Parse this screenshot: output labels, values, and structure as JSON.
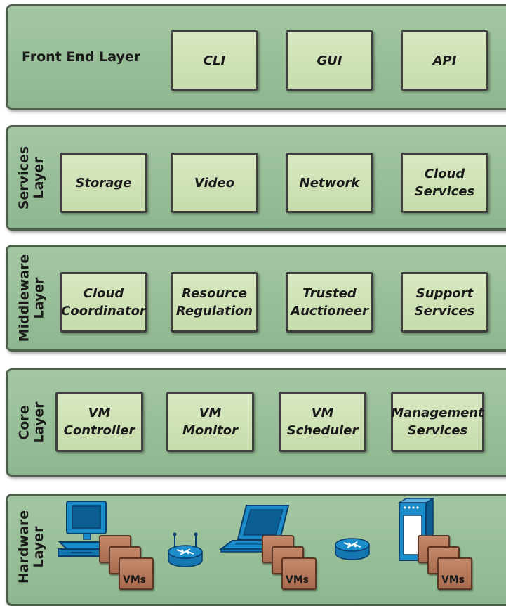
{
  "layers": {
    "front_end": {
      "title": "Front End Layer",
      "boxes": [
        {
          "line1": "CLI",
          "line2": ""
        },
        {
          "line1": "GUI",
          "line2": ""
        },
        {
          "line1": "API",
          "line2": ""
        }
      ]
    },
    "services": {
      "title_line1": "Services",
      "title_line2": "Layer",
      "boxes": [
        {
          "line1": "Storage",
          "line2": ""
        },
        {
          "line1": "Video",
          "line2": ""
        },
        {
          "line1": "Network",
          "line2": ""
        },
        {
          "line1": "Cloud",
          "line2": "Services"
        }
      ]
    },
    "middleware": {
      "title_line1": "Middleware",
      "title_line2": "Layer",
      "boxes": [
        {
          "line1": "Cloud",
          "line2": "Coordinator"
        },
        {
          "line1": "Resource",
          "line2": "Regulation"
        },
        {
          "line1": "Trusted",
          "line2": "Auctioneer"
        },
        {
          "line1": "Support",
          "line2": "Services"
        }
      ]
    },
    "core": {
      "title_line1": "Core",
      "title_line2": "Layer",
      "boxes": [
        {
          "line1": "VM",
          "line2": "Controller"
        },
        {
          "line1": "VM",
          "line2": "Monitor"
        },
        {
          "line1": "VM",
          "line2": "Scheduler"
        },
        {
          "line1": "Management",
          "line2": "Services"
        }
      ]
    },
    "hardware": {
      "title_line1": "Hardware",
      "title_line2": "Layer",
      "vm_label": "VMs",
      "devices": [
        "desktop-computer-icon",
        "wireless-router-icon",
        "laptop-icon",
        "router-icon",
        "server-icon"
      ]
    }
  },
  "colors": {
    "layer_fill": "#9bc19b",
    "layer_border": "#4d5e4d",
    "box_fill": "#d2e3bb",
    "box_border": "#3f3f3f",
    "vm_fill": "#b77a5c",
    "device_blue": "#1a8cc9",
    "device_outline": "#0b3d6b"
  }
}
